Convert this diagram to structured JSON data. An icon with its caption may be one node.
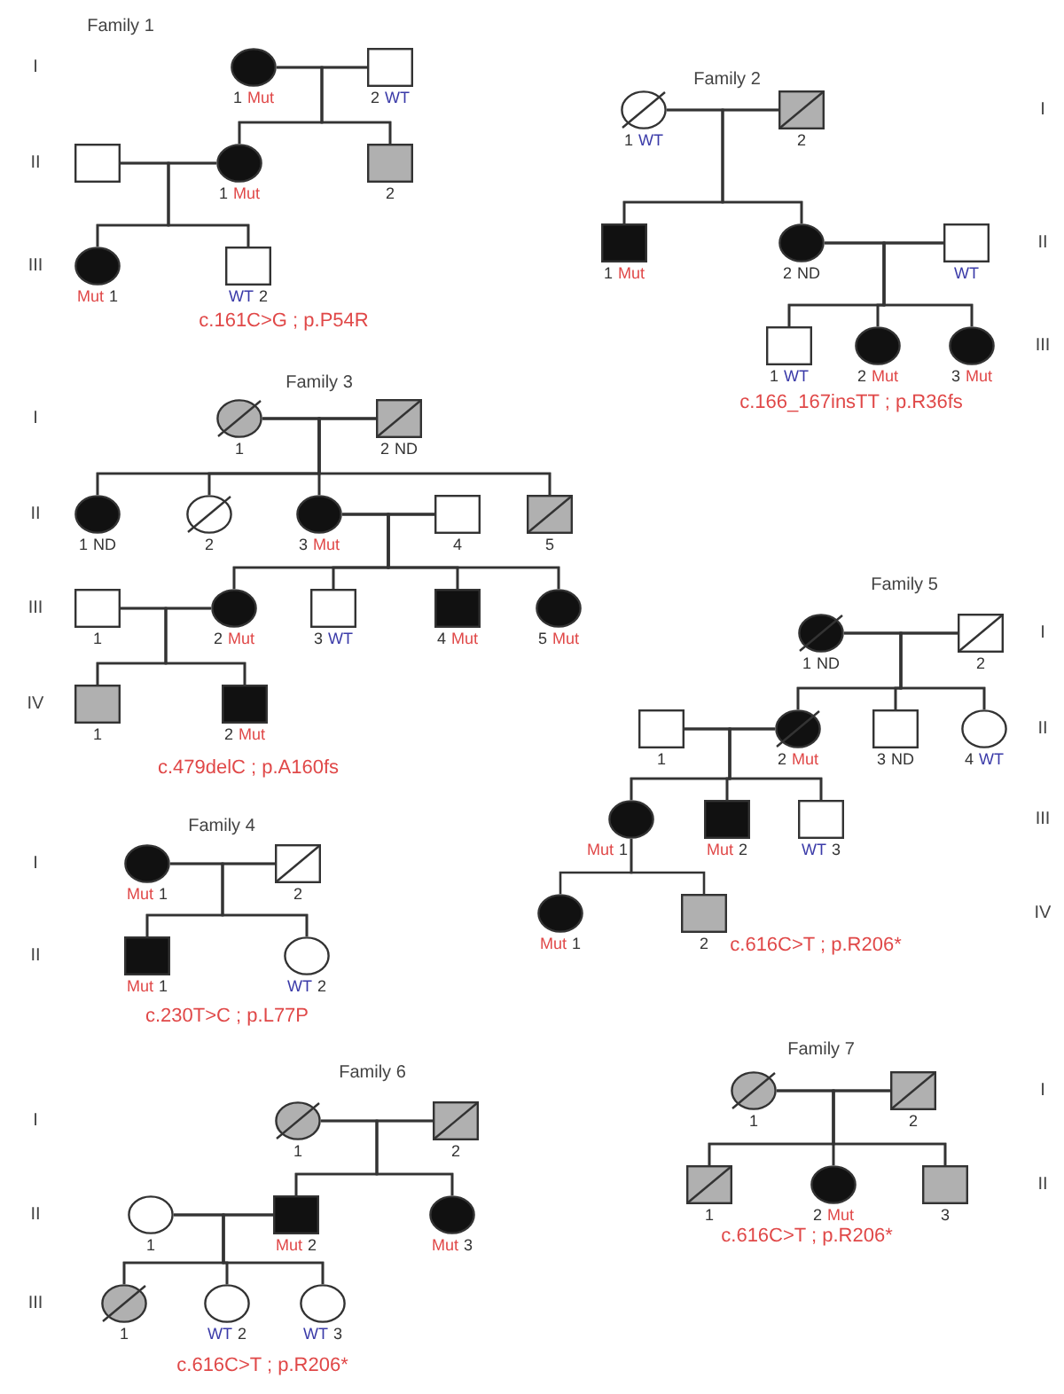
{
  "diagram": {
    "nodes": [
      {
        "text": [],
        "shape": "circle",
        "beside": [
          "1",
          "Mut"
        ]
      },
      {
        "text": [],
        "shape": "box",
        "beside": [
          "2",
          "WT"
        ]
      },
      {
        "text": [],
        "shape": "box"
      },
      {
        "text": [],
        "shape": "circle",
        "beside": [
          "1",
          "Mut"
        ]
      },
      {
        "text": [],
        "shape": "box",
        "beside": [
          "2"
        ]
      },
      {
        "text": [],
        "shape": "circle",
        "beside": [
          "Mut",
          "1"
        ]
      },
      {
        "text": [],
        "shape": "box",
        "beside": [
          "WT",
          "2"
        ]
      },
      {
        "text": [],
        "shape": "circle",
        "beside": [
          "1",
          "WT"
        ]
      },
      {
        "text": [],
        "shape": "box",
        "beside": [
          "2"
        ]
      },
      {
        "text": [],
        "shape": "box",
        "beside": [
          "1",
          "Mut"
        ]
      },
      {
        "text": [],
        "shape": "circle",
        "beside": [
          "2",
          "ND"
        ]
      },
      {
        "text": [],
        "shape": "box",
        "beside": [
          "WT"
        ]
      },
      {
        "text": [],
        "shape": "box",
        "beside": [
          "1",
          "WT"
        ]
      },
      {
        "text": [],
        "shape": "circle",
        "beside": [
          "2",
          "Mut"
        ]
      },
      {
        "text": [],
        "shape": "circle",
        "beside": [
          "3",
          "Mut"
        ]
      },
      {
        "text": [],
        "shape": "circle",
        "beside": [
          "1"
        ]
      },
      {
        "text": [],
        "shape": "box",
        "beside": [
          "2",
          "ND"
        ]
      },
      {
        "text": [],
        "shape": "circle",
        "beside": [
          "1",
          "ND"
        ]
      },
      {
        "text": [],
        "shape": "circle",
        "beside": [
          "2"
        ]
      },
      {
        "text": [],
        "shape": "circle",
        "beside": [
          "3",
          "Mut"
        ]
      },
      {
        "text": [],
        "shape": "box",
        "beside": [
          "4"
        ]
      },
      {
        "text": [],
        "shape": "box",
        "beside": [
          "5"
        ]
      },
      {
        "text": [],
        "shape": "box",
        "beside": [
          "1"
        ]
      },
      {
        "text": [],
        "shape": "circle",
        "beside": [
          "2",
          "Mut"
        ]
      },
      {
        "text": [],
        "shape": "box",
        "beside": [
          "3",
          "WT"
        ]
      },
      {
        "text": [],
        "shape": "box",
        "beside": [
          "4",
          "Mut"
        ]
      },
      {
        "text": [],
        "shape": "circle",
        "beside": [
          "5",
          "Mut"
        ]
      },
      {
        "text": [],
        "shape": "box",
        "beside": [
          "1"
        ]
      },
      {
        "text": [],
        "shape": "box",
        "beside": [
          "2",
          "Mut"
        ]
      },
      {
        "text": [],
        "shape": "circle",
        "beside": [
          "1",
          "ND"
        ]
      },
      {
        "text": [],
        "shape": "box",
        "beside": [
          "2"
        ]
      },
      {
        "text": [],
        "shape": "box",
        "beside": [
          "1"
        ]
      },
      {
        "text": [],
        "shape": "circle",
        "beside": [
          "2",
          "Mut"
        ]
      },
      {
        "text": [],
        "shape": "box",
        "beside": [
          "3",
          "ND"
        ]
      },
      {
        "text": [],
        "shape": "circle",
        "beside": [
          "4",
          "WT"
        ]
      },
      {
        "text": [],
        "shape": "circle",
        "beside": [
          "Mut",
          "1"
        ]
      },
      {
        "text": [],
        "shape": "box",
        "beside": [
          "Mut",
          "2"
        ]
      },
      {
        "text": [],
        "shape": "box",
        "beside": [
          "WT",
          "3"
        ]
      },
      {
        "text": [],
        "shape": "circle",
        "beside": [
          "Mut",
          "1"
        ]
      },
      {
        "text": [],
        "shape": "box",
        "beside": [
          "2"
        ]
      },
      {
        "text": [],
        "shape": "circle",
        "beside": [
          "Mut",
          "1"
        ]
      },
      {
        "text": [],
        "shape": "box",
        "beside": [
          "2"
        ]
      },
      {
        "text": [],
        "shape": "box",
        "beside": [
          "Mut",
          "1"
        ]
      },
      {
        "text": [],
        "shape": "circle",
        "beside": [
          "WT",
          "2"
        ]
      },
      {
        "text": [],
        "shape": "circle",
        "beside": [
          "1"
        ]
      },
      {
        "text": [],
        "shape": "box",
        "beside": [
          "2"
        ]
      },
      {
        "text": [],
        "shape": "circle",
        "beside": [
          "1"
        ]
      },
      {
        "text": [],
        "shape": "box",
        "beside": [
          "Mut",
          "2"
        ]
      },
      {
        "text": [],
        "shape": "circle",
        "beside": [
          "Mut",
          "3"
        ]
      },
      {
        "text": [],
        "shape": "circle",
        "beside": [
          "1"
        ]
      },
      {
        "text": [],
        "shape": "circle",
        "beside": [
          "WT",
          "2"
        ]
      },
      {
        "text": [],
        "shape": "circle",
        "beside": [
          "WT",
          "3"
        ]
      },
      {
        "text": [],
        "shape": "circle",
        "beside": [
          "1"
        ]
      },
      {
        "text": [],
        "shape": "box",
        "beside": [
          "2"
        ]
      },
      {
        "text": [],
        "shape": "box",
        "beside": [
          "1"
        ]
      },
      {
        "text": [],
        "shape": "circle",
        "beside": [
          "2",
          "Mut"
        ]
      },
      {
        "text": [],
        "shape": "box",
        "beside": [
          "3"
        ]
      }
    ],
    "edges": [
      {
        "from": 0,
        "to": 1,
        "arrow": "none"
      },
      {
        "from": 0,
        "to": 3,
        "arrow": "none"
      },
      {
        "from": 1,
        "to": 3,
        "arrow": "none"
      },
      {
        "from": 0,
        "to": 4,
        "arrow": "none"
      },
      {
        "from": 1,
        "to": 4,
        "arrow": "none"
      },
      {
        "from": 2,
        "to": 3,
        "arrow": "none"
      },
      {
        "from": 2,
        "to": 5,
        "arrow": "none"
      },
      {
        "from": 3,
        "to": 5,
        "arrow": "none"
      },
      {
        "from": 2,
        "to": 6,
        "arrow": "none"
      },
      {
        "from": 3,
        "to": 6,
        "arrow": "none"
      },
      {
        "from": 7,
        "to": 8,
        "arrow": "none"
      },
      {
        "from": 7,
        "to": 9,
        "arrow": "none"
      },
      {
        "from": 8,
        "to": 9,
        "arrow": "none"
      },
      {
        "from": 7,
        "to": 10,
        "arrow": "none"
      },
      {
        "from": 8,
        "to": 10,
        "arrow": "none"
      },
      {
        "from": 10,
        "to": 11,
        "arrow": "none"
      },
      {
        "from": 10,
        "to": 12,
        "arrow": "none"
      },
      {
        "from": 11,
        "to": 12,
        "arrow": "none"
      },
      {
        "from": 10,
        "to": 13,
        "arrow": "none"
      },
      {
        "from": 11,
        "to": 13,
        "arrow": "none"
      },
      {
        "from": 10,
        "to": 14,
        "arrow": "none"
      },
      {
        "from": 11,
        "to": 14,
        "arrow": "none"
      },
      {
        "from": 15,
        "to": 16,
        "arrow": "none"
      },
      {
        "from": 15,
        "to": 17,
        "arrow": "none"
      },
      {
        "from": 16,
        "to": 17,
        "arrow": "none"
      },
      {
        "from": 15,
        "to": 18,
        "arrow": "none"
      },
      {
        "from": 16,
        "to": 18,
        "arrow": "none"
      },
      {
        "from": 15,
        "to": 19,
        "arrow": "none"
      },
      {
        "from": 16,
        "to": 19,
        "arrow": "none"
      },
      {
        "from": 15,
        "to": 21,
        "arrow": "none"
      },
      {
        "from": 16,
        "to": 21,
        "arrow": "none"
      },
      {
        "from": 19,
        "to": 20,
        "arrow": "none"
      },
      {
        "from": 19,
        "to": 23,
        "arrow": "none"
      },
      {
        "from": 20,
        "to": 23,
        "arrow": "none"
      },
      {
        "from": 19,
        "to": 24,
        "arrow": "none"
      },
      {
        "from": 20,
        "to": 24,
        "arrow": "none"
      },
      {
        "from": 19,
        "to": 25,
        "arrow": "none"
      },
      {
        "from": 20,
        "to": 25,
        "arrow": "none"
      },
      {
        "from": 19,
        "to": 26,
        "arrow": "none"
      },
      {
        "from": 20,
        "to": 26,
        "arrow": "none"
      },
      {
        "from": 22,
        "to": 23,
        "arrow": "none"
      },
      {
        "from": 22,
        "to": 27,
        "arrow": "none"
      },
      {
        "from": 23,
        "to": 27,
        "arrow": "none"
      },
      {
        "from": 22,
        "to": 28,
        "arrow": "none"
      },
      {
        "from": 23,
        "to": 28,
        "arrow": "none"
      },
      {
        "from": 29,
        "to": 30,
        "arrow": "none"
      },
      {
        "from": 29,
        "to": 32,
        "arrow": "none"
      },
      {
        "from": 30,
        "to": 32,
        "arrow": "none"
      },
      {
        "from": 29,
        "to": 33,
        "arrow": "none"
      },
      {
        "from": 30,
        "to": 33,
        "arrow": "none"
      },
      {
        "from": 29,
        "to": 34,
        "arrow": "none"
      },
      {
        "from": 30,
        "to": 34,
        "arrow": "none"
      },
      {
        "from": 31,
        "to": 32,
        "arrow": "none"
      },
      {
        "from": 31,
        "to": 35,
        "arrow": "none"
      },
      {
        "from": 32,
        "to": 35,
        "arrow": "none"
      },
      {
        "from": 31,
        "to": 36,
        "arrow": "none"
      },
      {
        "from": 32,
        "to": 36,
        "arrow": "none"
      },
      {
        "from": 31,
        "to": 37,
        "arrow": "none"
      },
      {
        "from": 32,
        "to": 37,
        "arrow": "none"
      },
      {
        "from": 35,
        "to": 38,
        "arrow": "none"
      },
      {
        "from": 35,
        "to": 39,
        "arrow": "none"
      },
      {
        "from": 40,
        "to": 41,
        "arrow": "none"
      },
      {
        "from": 40,
        "to": 42,
        "arrow": "none"
      },
      {
        "from": 41,
        "to": 42,
        "arrow": "none"
      },
      {
        "from": 40,
        "to": 43,
        "arrow": "none"
      },
      {
        "from": 41,
        "to": 43,
        "arrow": "none"
      },
      {
        "from": 44,
        "to": 45,
        "arrow": "none"
      },
      {
        "from": 44,
        "to": 47,
        "arrow": "none"
      },
      {
        "from": 45,
        "to": 47,
        "arrow": "none"
      },
      {
        "from": 44,
        "to": 48,
        "arrow": "none"
      },
      {
        "from": 45,
        "to": 48,
        "arrow": "none"
      },
      {
        "from": 46,
        "to": 47,
        "arrow": "none"
      },
      {
        "from": 46,
        "to": 49,
        "arrow": "none"
      },
      {
        "from": 47,
        "to": 49,
        "arrow": "none"
      },
      {
        "from": 46,
        "to": 50,
        "arrow": "none"
      },
      {
        "from": 47,
        "to": 50,
        "arrow": "none"
      },
      {
        "from": 46,
        "to": 51,
        "arrow": "none"
      },
      {
        "from": 47,
        "to": 51,
        "arrow": "none"
      },
      {
        "from": 52,
        "to": 53,
        "arrow": "none"
      },
      {
        "from": 52,
        "to": 54,
        "arrow": "none"
      },
      {
        "from": 53,
        "to": 54,
        "arrow": "none"
      },
      {
        "from": 52,
        "to": 55,
        "arrow": "none"
      },
      {
        "from": 53,
        "to": 55,
        "arrow": "none"
      },
      {
        "from": 52,
        "to": 56,
        "arrow": "none"
      },
      {
        "from": 53,
        "to": 56,
        "arrow": "none"
      }
    ],
    "labels": [
      "Family 1",
      "I",
      "II",
      "III",
      "c.161C>G ; p.P54R",
      "Family 2",
      "I",
      "II",
      "III",
      "c.166_167insTT ; p.R36fs",
      "Family 3",
      "I",
      "II",
      "III",
      "IV",
      "c.479delC ; p.A160fs",
      "Family 5",
      "I",
      "II",
      "III",
      "IV",
      "c.616C>T ; p.R206*",
      "Family 4",
      "I",
      "II",
      "c.230T>C ; p.L77P",
      "Family 6",
      "I",
      "II",
      "III",
      "c.616C>T ; p.R206*",
      "Family 7",
      "I",
      "II",
      "c.616C>T ; p.R206*"
    ]
  }
}
